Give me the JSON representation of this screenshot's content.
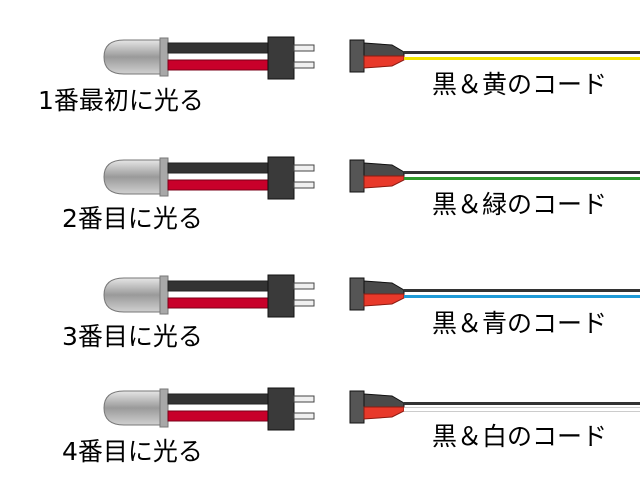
{
  "rows": [
    {
      "led_label": "1番最初に光る",
      "cord_label": "黒＆黄のコード",
      "cord_color": "#f5e600"
    },
    {
      "led_label": "2番目に光る",
      "cord_label": "黒＆緑のコード",
      "cord_color": "#2e9b2e"
    },
    {
      "led_label": "3番目に光る",
      "cord_label": "黒＆青のコード",
      "cord_color": "#1f9ad6"
    },
    {
      "led_label": "4番目に光る",
      "cord_label": "黒＆白のコード",
      "cord_color": "#ffffff"
    }
  ],
  "colors": {
    "black_wire": "#333333",
    "red_wire": "#c8002a",
    "connector_dark": "#4a4a4a",
    "connector_tip": "#e8392a",
    "led_body": "#b4b4b4"
  }
}
